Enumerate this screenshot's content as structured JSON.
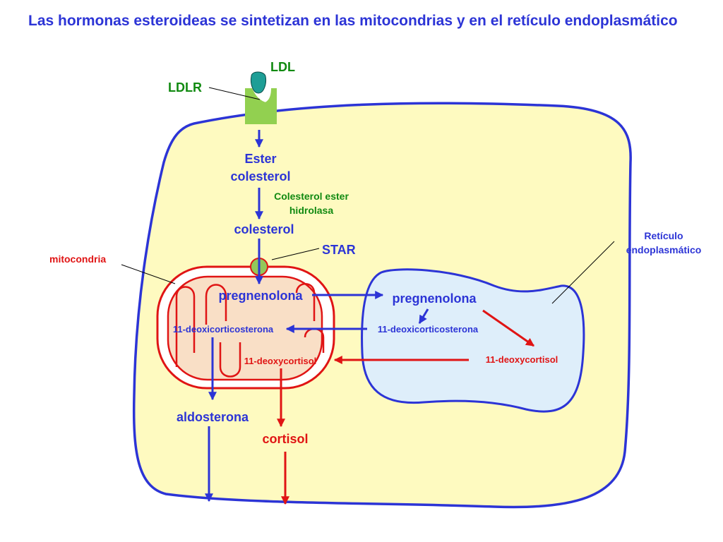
{
  "title": "Las hormonas esteroideas se sintetizan en las mitocondrias y en el retículo endoplasmático",
  "colors": {
    "blue": "#2c34d6",
    "red": "#e01414",
    "green": "#118a11",
    "cell_fill": "#fefac0",
    "er_fill": "#deeefa",
    "mito_fill": "#f9dfc6",
    "receptor": "#92d050",
    "ldl": "#1e9e96",
    "star": "#92c85a"
  },
  "labels": {
    "ldl": "LDL",
    "ldlr": "LDLR",
    "ester_line1": "Ester",
    "ester_line2": "colesterol",
    "enzyme_line1": "Colesterol ester",
    "enzyme_line2": "hidrolasa",
    "cholesterol": "colesterol",
    "star": "STAR",
    "mitochondria": "mitocondria",
    "er_line1": "Retículo",
    "er_line2": "endoplasmático",
    "preg_mito": "pregnenolona",
    "preg_er": "pregnenolona",
    "doc_mito": "11-deoxicorticosterona",
    "doc_er": "11-deoxicorticosterona",
    "dcort_mito": "11-deoxycortisol",
    "dcort_er": "11-deoxycortisol",
    "aldosterone": "aldosterona",
    "cortisol": "cortisol"
  }
}
